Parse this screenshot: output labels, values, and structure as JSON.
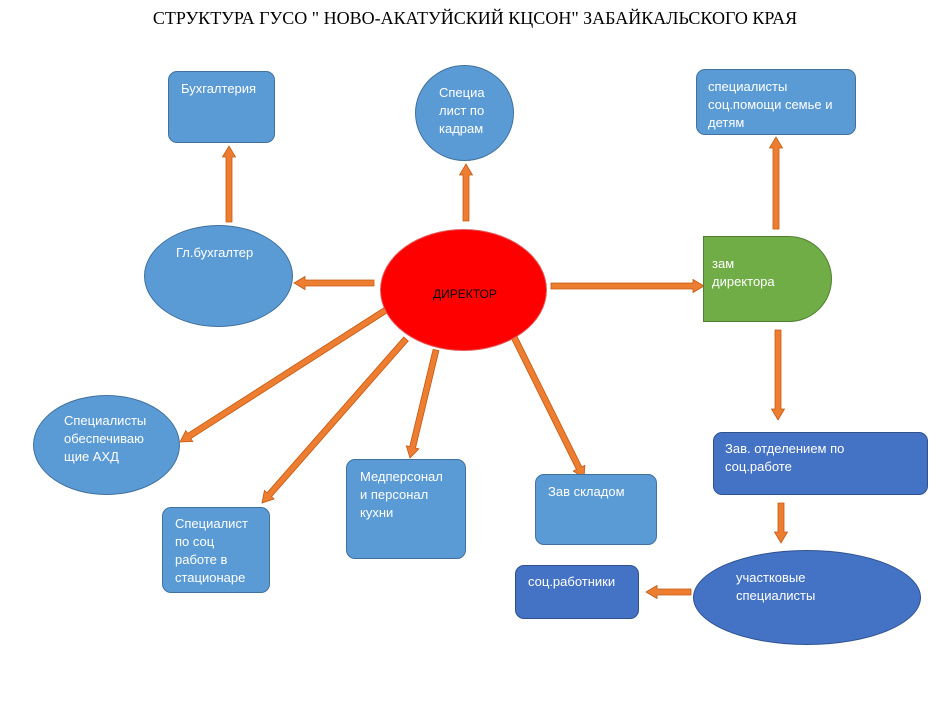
{
  "title": "СТРУКТУРА ГУСО \" НОВО-АКАТУЙСКИЙ КЦСОН\" ЗАБАЙКАЛЬСКОГО КРАЯ",
  "colors": {
    "node_blue": "#5B9BD5",
    "node_dark_blue": "#4472C4",
    "director_red": "#FF0000",
    "deputy_green": "#70AD47",
    "arrow_orange": "#ED7D31",
    "border_blue": "#41719C"
  },
  "nodes": {
    "director": "ДИРЕКТОР",
    "accounting": "Бухгалтерия",
    "hr": "Специа\nлист по\nкадрам",
    "family_specialists": "специалисты\nсоц.помощи семье и\nдетям",
    "chief_accountant": "Гл.бухгалтер",
    "deputy": "зам\nдиректора",
    "ahd": "Специалисты\nобеспечиваю\nщие АХД",
    "medical": "Медперсонал\nи персонал\nкухни",
    "warehouse": "Зав складом",
    "social_work_head": "Зав. отделением по\nсоц.работе",
    "inpatient": "Специалист\nпо соц\nработе в\nстационаре",
    "district": "участковые\nспециалисты",
    "social_workers": "соц.работники"
  }
}
